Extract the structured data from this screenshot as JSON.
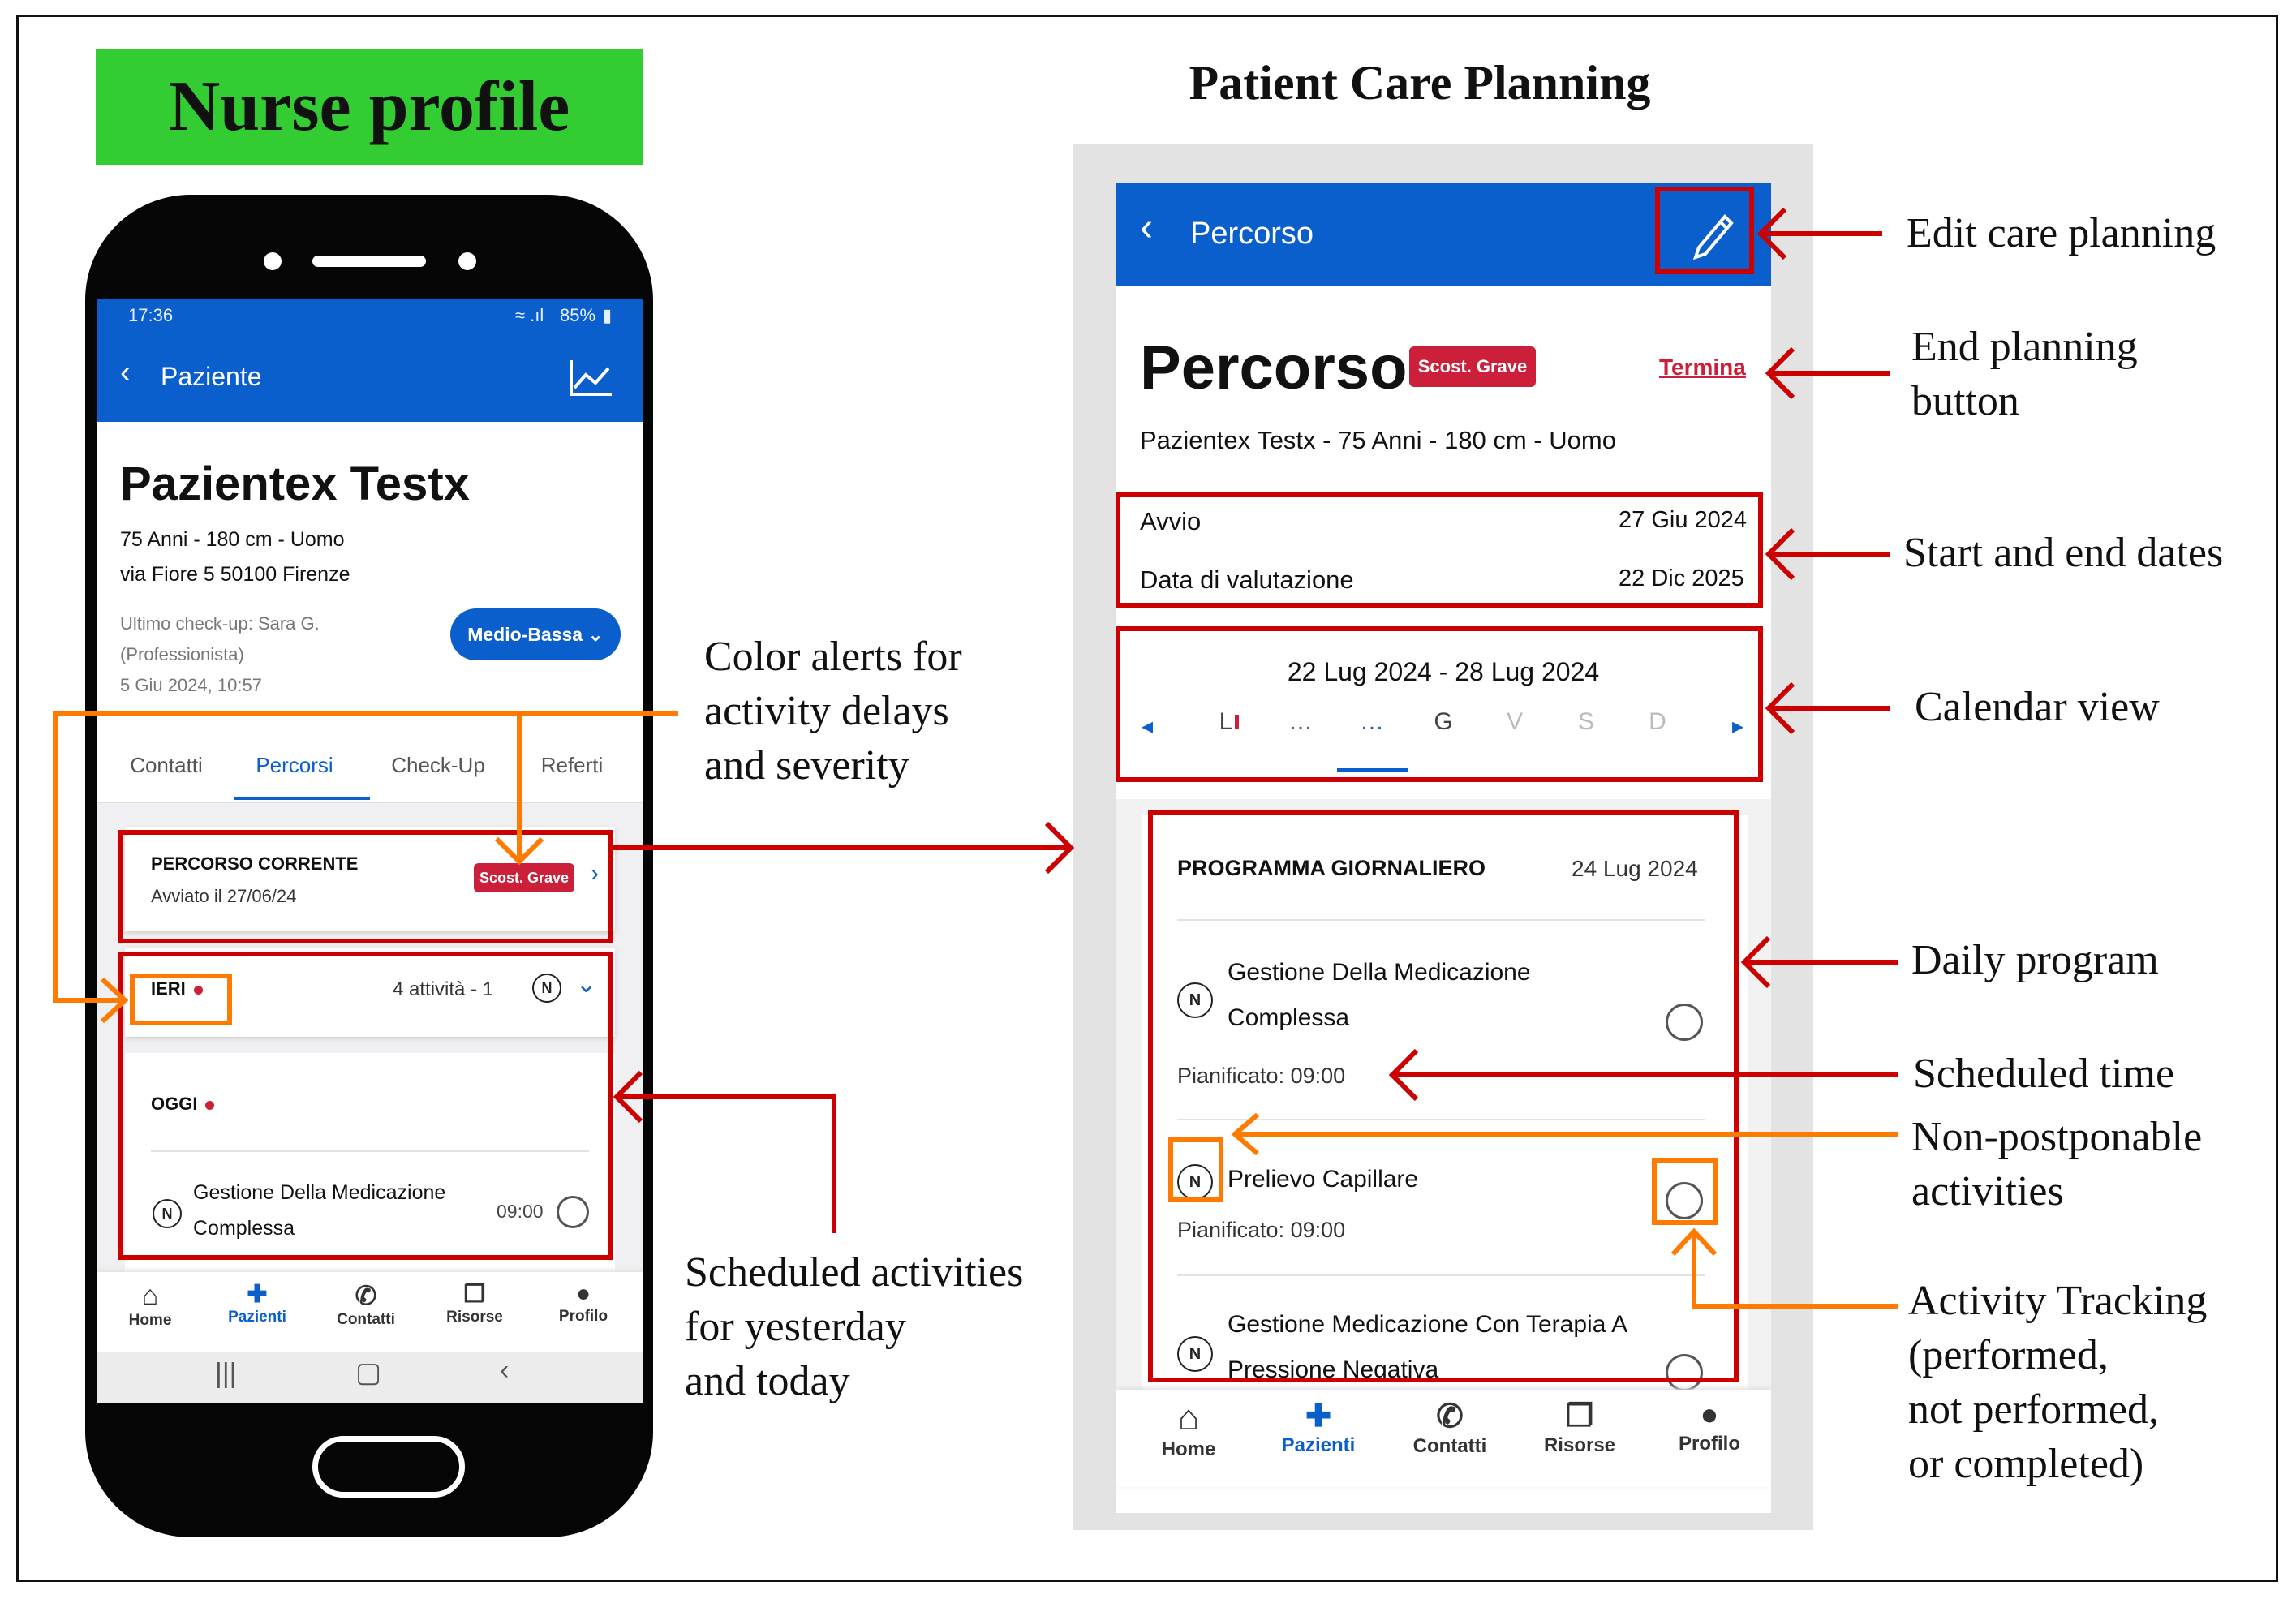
{
  "left_heading": "Nurse profile",
  "right_heading": "Patient Care Planning",
  "phone": {
    "status_time": "17:36",
    "status_battery": "85%",
    "appbar_title": "Paziente",
    "patient_name": "Pazientex Testx",
    "patient_info": "75 Anni - 180 cm - Uomo",
    "patient_address": "via Fiore 5 50100 Firenze",
    "checkup_line1": "Ultimo check-up: Sara G.",
    "checkup_line2": "(Professionista)",
    "checkup_line3": "5 Giu 2024, 10:57",
    "risk_button": "Medio-Bassa",
    "tabs": [
      "Contatti",
      "Percorsi",
      "Check-Up",
      "Referti"
    ],
    "active_tab": "Percorsi",
    "current_path_title": "PERCORSO CORRENTE",
    "current_path_started": "Avviato il 27/06/24",
    "severity_badge": "Scost. Grave",
    "yesterday_label": "IERI",
    "yesterday_summary": "4 attività - 1",
    "today_label": "OGGI",
    "activity_line1": "Gestione Della Medicazione",
    "activity_line2": "Complessa",
    "activity_time": "09:00",
    "n_badge": "N",
    "bottom_nav": [
      "Home",
      "Pazienti",
      "Contatti",
      "Risorse",
      "Profilo"
    ],
    "bottom_nav_active": "Pazienti"
  },
  "care": {
    "appbar_title": "Percorso",
    "title": "Percorso",
    "severity_badge": "Scost. Grave",
    "end_button": "Termina",
    "patient_info": "Pazientex Testx - 75 Anni - 180 cm - Uomo",
    "start_label": "Avvio",
    "start_date": "27 Giu 2024",
    "eval_label": "Data di valutazione",
    "eval_date": "22 Dic 2025",
    "week_range": "22 Lug 2024 - 28 Lug 2024",
    "week_days": [
      "L",
      "…",
      "…",
      "G",
      "V",
      "S",
      "D"
    ],
    "daily_title": "PROGRAMMA GIORNALIERO",
    "daily_date": "24 Lug 2024",
    "activities": [
      {
        "name1": "Gestione Della Medicazione",
        "name2": "Complessa",
        "planned": "Pianificato:  09:00"
      },
      {
        "name1": "Prelievo Capillare",
        "name2": "",
        "planned": "Pianificato:  09:00"
      },
      {
        "name1": "Gestione Medicazione Con Terapia A",
        "name2": "Pressione Negativa",
        "planned": ""
      }
    ],
    "n_badge": "N",
    "bottom_nav": [
      "Home",
      "Pazienti",
      "Contatti",
      "Risorse",
      "Profilo"
    ]
  },
  "annotations": {
    "color_alerts": [
      "Color alerts for",
      "activity delays",
      "and severity"
    ],
    "scheduled_activities": [
      "Scheduled activities",
      "for yesterday",
      "and today"
    ],
    "edit": "Edit care planning",
    "end_planning": [
      "End planning",
      "button"
    ],
    "dates": "Start and end dates",
    "calendar": "Calendar view",
    "daily": "Daily program",
    "scheduled_time": "Scheduled time",
    "non_postponable": [
      "Non-postponable",
      "activities"
    ],
    "tracking": [
      "Activity Tracking",
      "(performed,",
      "not performed,",
      "or completed)"
    ]
  },
  "colors": {
    "accent_blue": "#0a5fcc",
    "alert_red": "#cc0000",
    "highlight_orange": "#ff7a00",
    "heading_green": "#33cc33",
    "badge_red": "#cc1f3a"
  }
}
